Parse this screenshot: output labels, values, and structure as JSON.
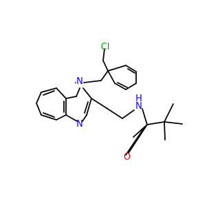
{
  "structure": {
    "atom_labels": {
      "cl": "Cl",
      "n1": "N",
      "n3": "N",
      "nh": "N",
      "h": "H",
      "o": "O"
    },
    "colors": {
      "bond": "#000000",
      "nitrogen": "#0000ff",
      "oxygen": "#ff0000",
      "chlorine": "#00a000"
    }
  }
}
